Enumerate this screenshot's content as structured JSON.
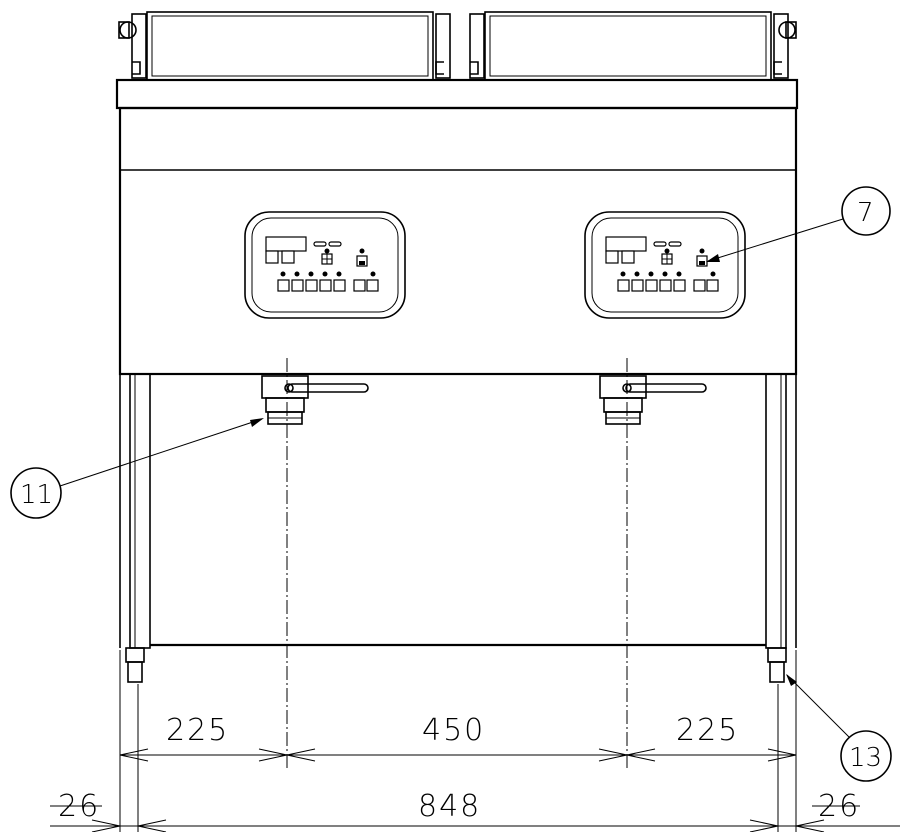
{
  "callouts": {
    "c7": "7",
    "c11": "11",
    "c13": "13"
  },
  "dimensions": {
    "left_offset": "225",
    "center_span": "450",
    "right_offset": "225",
    "overall_width": "848",
    "left_edge": "26",
    "right_edge": "26"
  }
}
